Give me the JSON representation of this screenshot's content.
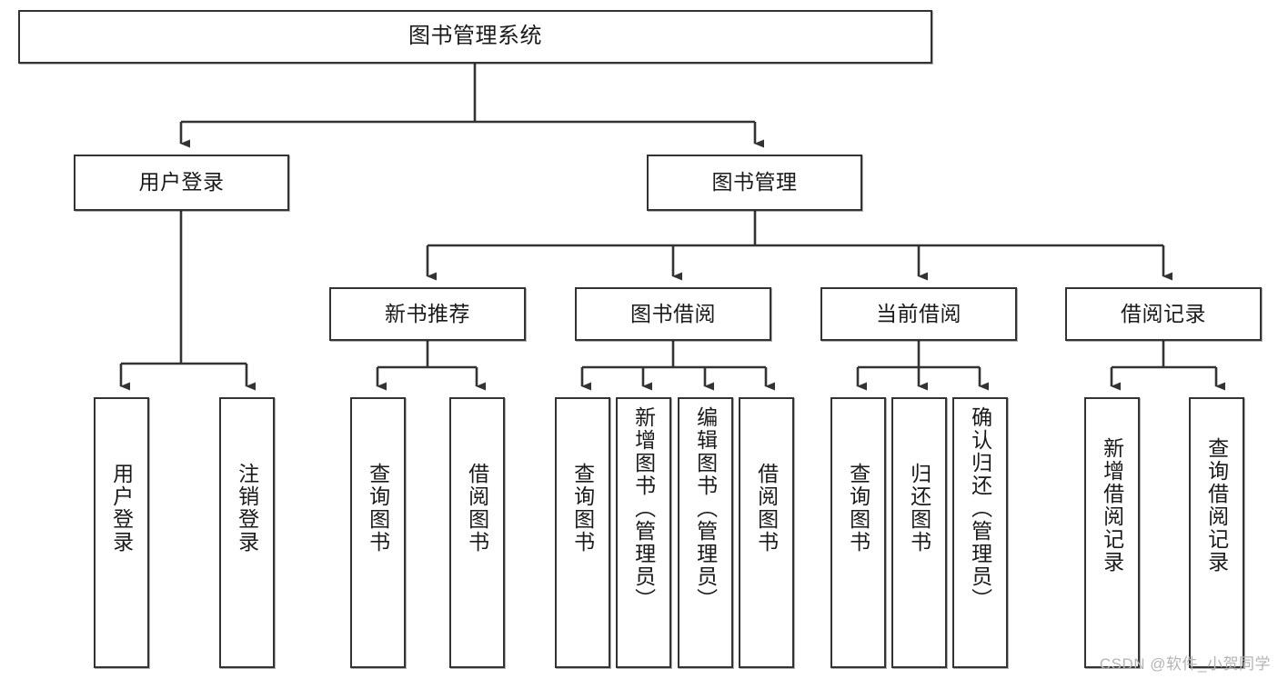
{
  "diagram": {
    "title": "图书管理系统",
    "watermark": "CSDN @软件_小贺同学",
    "colors": {
      "box_border": "#333333",
      "box_fill": "#ffffff",
      "edge": "#333333",
      "text": "#1a1a1a",
      "watermark": "#b4b4b4",
      "background": "#ffffff"
    },
    "nodes": {
      "root": {
        "label": "图书管理系统",
        "level": 0,
        "orientation": "horizontal"
      },
      "user_login": {
        "label": "用户登录",
        "level": 1,
        "orientation": "horizontal"
      },
      "book_manage": {
        "label": "图书管理",
        "level": 1,
        "orientation": "horizontal"
      },
      "new_book_rec": {
        "label": "新书推荐",
        "level": 2,
        "orientation": "horizontal"
      },
      "book_borrow": {
        "label": "图书借阅",
        "level": 2,
        "orientation": "horizontal"
      },
      "current_borrow": {
        "label": "当前借阅",
        "level": 2,
        "orientation": "horizontal"
      },
      "borrow_record": {
        "label": "借阅记录",
        "level": 2,
        "orientation": "horizontal"
      },
      "leaf_user_login": {
        "label": "用户登录",
        "level": 3,
        "orientation": "vertical"
      },
      "leaf_logout": {
        "label": "注销登录",
        "level": 3,
        "orientation": "vertical"
      },
      "leaf_query_book_1": {
        "label": "查询图书",
        "level": 3,
        "orientation": "vertical"
      },
      "leaf_borrow_book_1": {
        "label": "借阅图书",
        "level": 3,
        "orientation": "vertical"
      },
      "leaf_query_book_2": {
        "label": "查询图书",
        "level": 3,
        "orientation": "vertical"
      },
      "leaf_add_book": {
        "label": "新增图书（管理员）",
        "level": 3,
        "orientation": "vertical"
      },
      "leaf_edit_book": {
        "label": "编辑图书（管理员）",
        "level": 3,
        "orientation": "vertical"
      },
      "leaf_borrow_book_2": {
        "label": "借阅图书",
        "level": 3,
        "orientation": "vertical"
      },
      "leaf_query_book_3": {
        "label": "查询图书",
        "level": 3,
        "orientation": "vertical"
      },
      "leaf_return_book": {
        "label": "归还图书",
        "level": 3,
        "orientation": "vertical"
      },
      "leaf_confirm_return": {
        "label": "确认归还（管理员）",
        "level": 3,
        "orientation": "vertical"
      },
      "leaf_add_record": {
        "label": "新增借阅记录",
        "level": 3,
        "orientation": "vertical"
      },
      "leaf_query_record": {
        "label": "查询借阅记录",
        "level": 3,
        "orientation": "vertical"
      }
    },
    "edges": [
      {
        "from": "root",
        "to": "user_login"
      },
      {
        "from": "root",
        "to": "book_manage"
      },
      {
        "from": "book_manage",
        "to": "new_book_rec"
      },
      {
        "from": "book_manage",
        "to": "book_borrow"
      },
      {
        "from": "book_manage",
        "to": "current_borrow"
      },
      {
        "from": "book_manage",
        "to": "borrow_record"
      },
      {
        "from": "user_login",
        "to": "leaf_user_login"
      },
      {
        "from": "user_login",
        "to": "leaf_logout"
      },
      {
        "from": "new_book_rec",
        "to": "leaf_query_book_1"
      },
      {
        "from": "new_book_rec",
        "to": "leaf_borrow_book_1"
      },
      {
        "from": "book_borrow",
        "to": "leaf_query_book_2"
      },
      {
        "from": "book_borrow",
        "to": "leaf_add_book"
      },
      {
        "from": "book_borrow",
        "to": "leaf_edit_book"
      },
      {
        "from": "book_borrow",
        "to": "leaf_borrow_book_2"
      },
      {
        "from": "current_borrow",
        "to": "leaf_query_book_3"
      },
      {
        "from": "current_borrow",
        "to": "leaf_return_book"
      },
      {
        "from": "current_borrow",
        "to": "leaf_confirm_return"
      },
      {
        "from": "borrow_record",
        "to": "leaf_add_record"
      },
      {
        "from": "borrow_record",
        "to": "leaf_query_record"
      }
    ]
  }
}
